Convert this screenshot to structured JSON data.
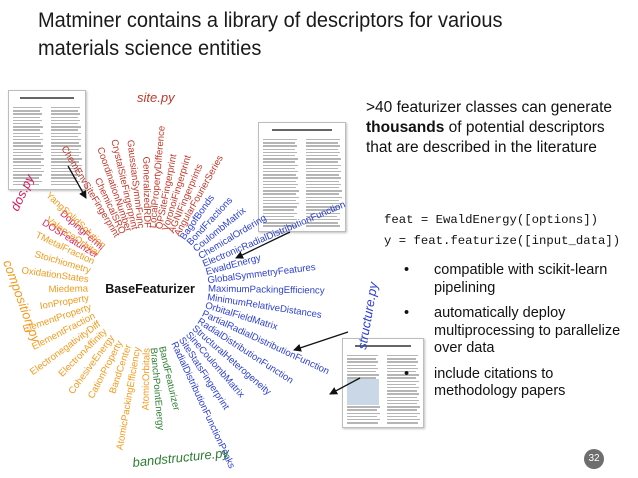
{
  "slide": {
    "title_line1": "Matminer contains a library of descriptors for various",
    "title_line2": "materials science entities",
    "page_number": "32"
  },
  "description": {
    "part1": ">40 featurizer classes can generate ",
    "bold": "thousands",
    "part2": " of potential descriptors that are described in the literature"
  },
  "code": {
    "line1": "feat = EwaldEnergy([options])",
    "line2": "y = feat.featurize([input_data])"
  },
  "bullets": [
    "compatible with scikit-learn pipelining",
    "automatically deploy multiprocessing to parallelize over data",
    "include citations to methodology papers"
  ],
  "wheel": {
    "center_label": "BaseFeaturizer",
    "modules": {
      "site": "site.py",
      "dos": "dos.py",
      "composition": "composition.py",
      "bandstructure": "bandstructure.py",
      "structure": "structure.py"
    },
    "colors": {
      "site": "#c0392b",
      "dos": "#d81b60",
      "composition": "#f29a1c",
      "bandstructure": "#2e7d32",
      "structure": "#2b3fd1"
    },
    "site_featurizers": [
      "ChemEnvSiteFingerprint",
      "ChemicalSRO",
      "CoordinationNumber",
      "CrystalSiteFingerprint",
      "GaussianSymmFunc",
      "GeneralizedRDF",
      "LocalPropertyDifference",
      "OPSiteFingerprint",
      "VoronoiFingerprint",
      "AGNIFingerprints",
      "AngularFourierSeries"
    ],
    "dos_featurizers": [
      "DOSFeaturizer",
      "DopingFermi"
    ],
    "composition_featurizers": [
      "YangSolidSolution",
      "ValenceOrbital",
      "TMetalFraction",
      "Stoichiometry",
      "OxidationStates",
      "Miedema",
      "IonProperty",
      "ElementProperty",
      "ElementFraction",
      "ElectronegativityDiff",
      "ElectronAffinity",
      "CohesiveEnergy",
      "CationProperty",
      "BandCenter",
      "AtomicPackingEfficiency",
      "AtomicOrbitals"
    ],
    "bandstructure_featurizers": [
      "BranchPointEnergy",
      "BandFeaturizer"
    ],
    "structure_featurizers": [
      "BagofBonds",
      "BondFractions",
      "CoulombMatrix",
      "ChemicalOrdering",
      "ElectronicRadialDistributionFunction",
      "EwaldEnergy",
      "GlobalSymmetryFeatures",
      "MaximumPackingEfficiency",
      "MinimumRelativeDistances",
      "OrbitalFieldMatrix",
      "PartialRadialDistributionFunction",
      "RadialDistributionFunction",
      "StructuralHeterogeneity",
      "SineCoulombMatrix",
      "SiteStatsFingerprint",
      "RadialDistributionFunctionPeaks"
    ]
  }
}
